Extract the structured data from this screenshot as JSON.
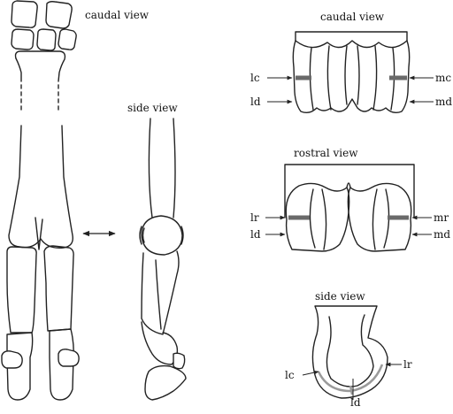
{
  "panels": {
    "caudal_limb": {
      "title": "caudal view"
    },
    "side_limb": {
      "title": "side view"
    },
    "caudal_detail": {
      "title": "caudal view",
      "labels": {
        "lc": "lc",
        "ld": "ld",
        "mc": "mc",
        "md": "md"
      }
    },
    "rostral_detail": {
      "title": "rostral view",
      "labels": {
        "lr": "lr",
        "ld": "ld",
        "mr": "mr",
        "md": "md"
      }
    },
    "side_detail": {
      "title": "side view",
      "labels": {
        "lc": "lc",
        "lr": "lr",
        "ld": "ld"
      }
    }
  },
  "colors": {
    "outline": "#222222",
    "highlight": "#6a6a6a",
    "background": "#ffffff"
  }
}
